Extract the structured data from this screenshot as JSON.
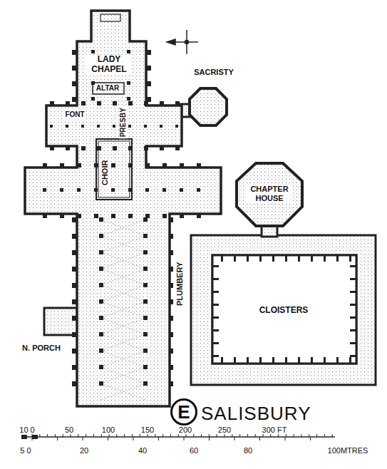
{
  "diagram": {
    "title": "SALISBURY",
    "nodes": [
      {
        "text": [
          "E"
        ]
      }
    ],
    "labels": [
      "LADY CHAPEL",
      "ALTAR",
      "SACRISTY",
      "FONT",
      "PRESBY",
      "CHOIR",
      "CHAPTER HOUSE",
      "PLUMBERY",
      "CLOISTERS",
      "N. PORCH",
      "10 0",
      "50",
      "100",
      "150",
      "200",
      "250",
      "300 FT",
      "5 0",
      "20",
      "40",
      "60",
      "80",
      "100MTRES"
    ]
  }
}
